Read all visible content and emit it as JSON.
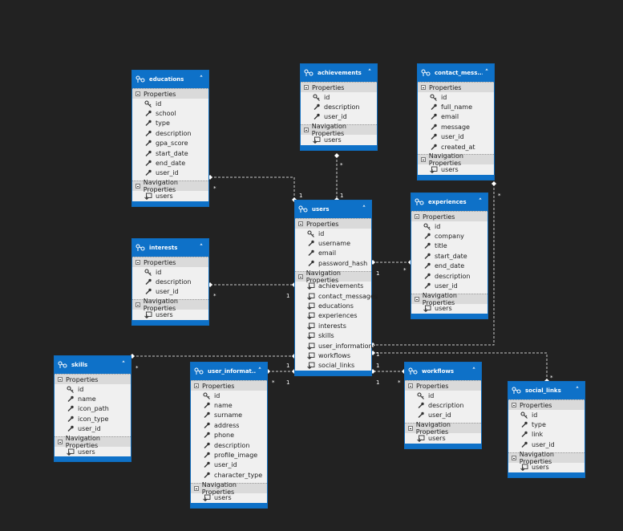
{
  "entities": [
    {
      "id": "educations",
      "name": "educations",
      "sections": {
        "properties": "Properties",
        "navigation": "Navigation Properties"
      },
      "properties": [
        {
          "name": "id",
          "key": true
        },
        {
          "name": "school"
        },
        {
          "name": "type"
        },
        {
          "name": "description"
        },
        {
          "name": "gpa_score"
        },
        {
          "name": "start_date"
        },
        {
          "name": "end_date"
        },
        {
          "name": "user_id"
        }
      ],
      "navigation": [
        "users"
      ]
    },
    {
      "id": "achievements",
      "name": "achievements",
      "sections": {
        "properties": "Properties",
        "navigation": "Navigation Properties"
      },
      "properties": [
        {
          "name": "id",
          "key": true
        },
        {
          "name": "description"
        },
        {
          "name": "user_id"
        }
      ],
      "navigation": [
        "users"
      ]
    },
    {
      "id": "contact_messages",
      "name": "contact_mess...",
      "sections": {
        "properties": "Properties",
        "navigation": "Navigation Properties"
      },
      "properties": [
        {
          "name": "id",
          "key": true
        },
        {
          "name": "full_name"
        },
        {
          "name": "email"
        },
        {
          "name": "message"
        },
        {
          "name": "user_id"
        },
        {
          "name": "created_at"
        }
      ],
      "navigation": [
        "users"
      ]
    },
    {
      "id": "users",
      "name": "users",
      "sections": {
        "properties": "Properties",
        "navigation": "Navigation Properties"
      },
      "properties": [
        {
          "name": "id",
          "key": true
        },
        {
          "name": "username"
        },
        {
          "name": "email"
        },
        {
          "name": "password_hash"
        }
      ],
      "navigation": [
        "achievements",
        "contact_messages",
        "educations",
        "experiences",
        "interests",
        "skills",
        "user_informations",
        "workflows",
        "social_links"
      ]
    },
    {
      "id": "experiences",
      "name": "experiences",
      "sections": {
        "properties": "Properties",
        "navigation": "Navigation Properties"
      },
      "properties": [
        {
          "name": "id",
          "key": true
        },
        {
          "name": "company"
        },
        {
          "name": "title"
        },
        {
          "name": "start_date"
        },
        {
          "name": "end_date"
        },
        {
          "name": "description"
        },
        {
          "name": "user_id"
        }
      ],
      "navigation": [
        "users"
      ]
    },
    {
      "id": "interests",
      "name": "interests",
      "sections": {
        "properties": "Properties",
        "navigation": "Navigation Properties"
      },
      "properties": [
        {
          "name": "id",
          "key": true
        },
        {
          "name": "description"
        },
        {
          "name": "user_id"
        }
      ],
      "navigation": [
        "users"
      ]
    },
    {
      "id": "skills",
      "name": "skills",
      "sections": {
        "properties": "Properties",
        "navigation": "Navigation Properties"
      },
      "properties": [
        {
          "name": "id",
          "key": true
        },
        {
          "name": "name"
        },
        {
          "name": "icon_path"
        },
        {
          "name": "icon_type"
        },
        {
          "name": "user_id"
        }
      ],
      "navigation": [
        "users"
      ]
    },
    {
      "id": "user_informations",
      "name": "user_informat...",
      "sections": {
        "properties": "Properties",
        "navigation": "Navigation Properties"
      },
      "properties": [
        {
          "name": "id",
          "key": true
        },
        {
          "name": "name"
        },
        {
          "name": "surname"
        },
        {
          "name": "address"
        },
        {
          "name": "phone"
        },
        {
          "name": "description"
        },
        {
          "name": "profile_image"
        },
        {
          "name": "user_id"
        },
        {
          "name": "character_type"
        }
      ],
      "navigation": [
        "users"
      ]
    },
    {
      "id": "workflows",
      "name": "workflows",
      "sections": {
        "properties": "Properties",
        "navigation": "Navigation Properties"
      },
      "properties": [
        {
          "name": "id",
          "key": true
        },
        {
          "name": "description"
        },
        {
          "name": "user_id"
        }
      ],
      "navigation": [
        "users"
      ]
    },
    {
      "id": "social_links",
      "name": "social_links",
      "sections": {
        "properties": "Properties",
        "navigation": "Navigation Properties"
      },
      "properties": [
        {
          "name": "id",
          "key": true
        },
        {
          "name": "type"
        },
        {
          "name": "link"
        },
        {
          "name": "user_id"
        }
      ],
      "navigation": [
        "users"
      ]
    }
  ],
  "relationships": [
    {
      "from": "educations",
      "to": "users",
      "from_mult": "*",
      "to_mult": "1"
    },
    {
      "from": "achievements",
      "to": "users",
      "from_mult": "*",
      "to_mult": "1"
    },
    {
      "from": "contact_messages",
      "to": "users",
      "from_mult": "*",
      "to_mult": "1"
    },
    {
      "from": "experiences",
      "to": "users",
      "from_mult": "*",
      "to_mult": "1"
    },
    {
      "from": "interests",
      "to": "users",
      "from_mult": "*",
      "to_mult": "1"
    },
    {
      "from": "skills",
      "to": "users",
      "from_mult": "*",
      "to_mult": "1"
    },
    {
      "from": "user_informations",
      "to": "users",
      "from_mult": "*",
      "to_mult": "1"
    },
    {
      "from": "workflows",
      "to": "users",
      "from_mult": "*",
      "to_mult": "1"
    },
    {
      "from": "social_links",
      "to": "users",
      "from_mult": "*",
      "to_mult": "1"
    }
  ],
  "colors": {
    "background": "#222222",
    "header": "#0e71c8",
    "body": "#f0f0f0",
    "section": "#dadada",
    "connector": "#c8c8c8"
  }
}
